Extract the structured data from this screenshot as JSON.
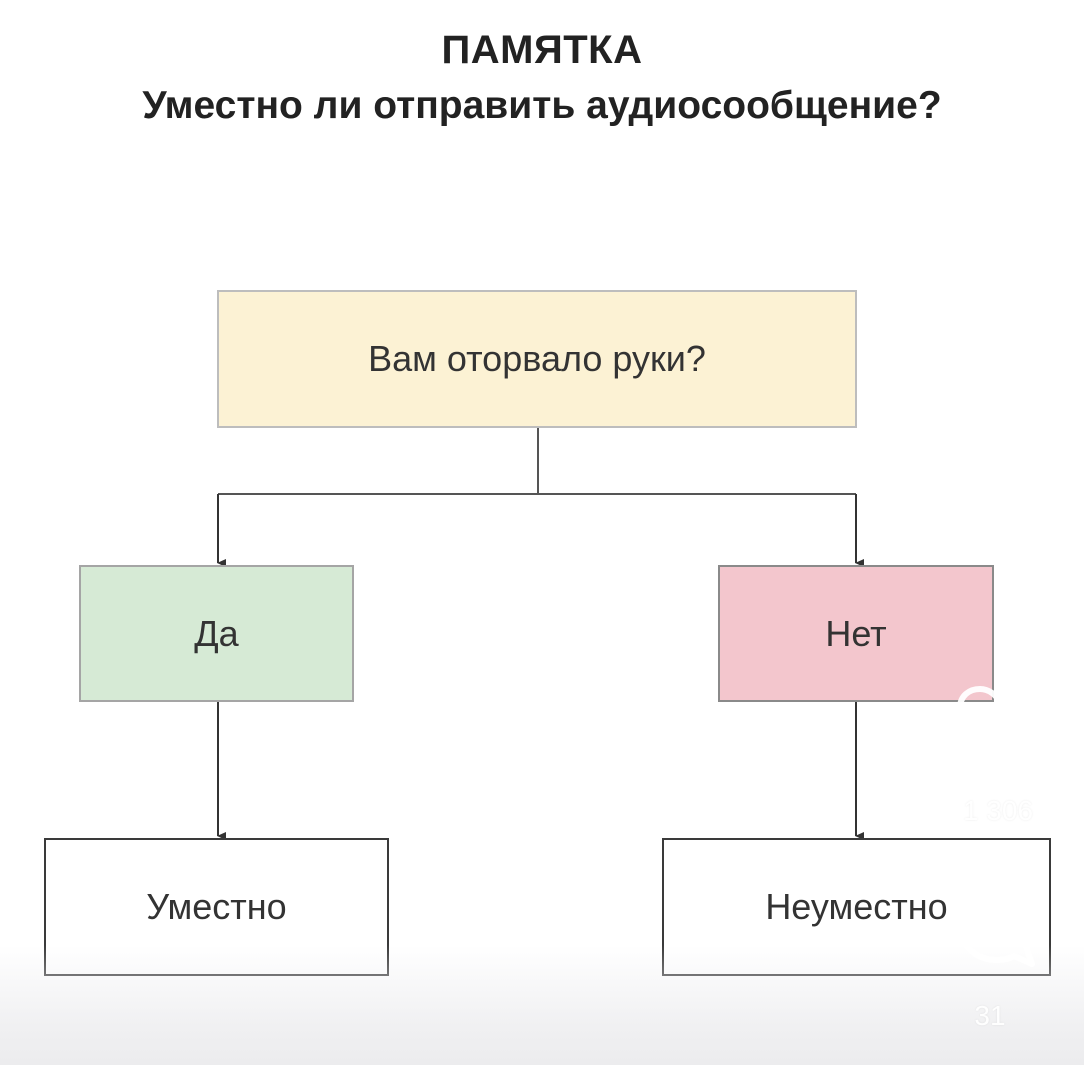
{
  "header": {
    "title": "ПАМЯТКА",
    "subtitle": "Уместно ли отправить аудиосообщение?"
  },
  "flowchart": {
    "question": "Вам оторвало руки?",
    "yes": "Да",
    "no": "Нет",
    "yes_result": "Уместно",
    "no_result": "Неуместно"
  },
  "overlay": {
    "like_icon": "heart-icon",
    "like_count": "1 306",
    "comment_icon": "comment-bubble-icon",
    "comment_count": "31"
  },
  "colors": {
    "question_fill": "#fcf2d4",
    "yes_fill": "#d6ead5",
    "no_fill": "#f3c6cd",
    "result_fill": "#ffffff"
  }
}
